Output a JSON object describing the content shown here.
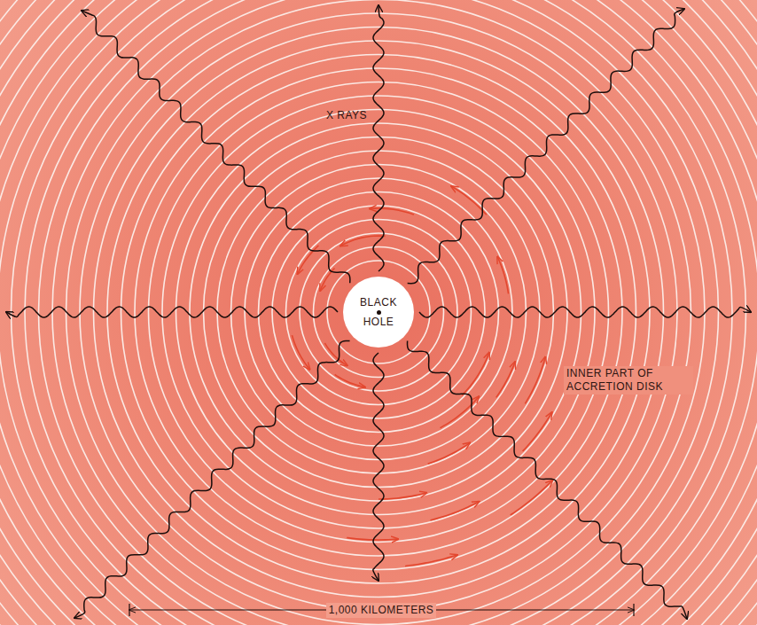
{
  "diagram": {
    "nodes": [
      {
        "text": [
          "BLACK HOLE"
        ]
      }
    ],
    "labels": [
      "X RAYS",
      "INNER PART OF ACCRETION DISK",
      "1,000 KILOMETERS"
    ]
  }
}
